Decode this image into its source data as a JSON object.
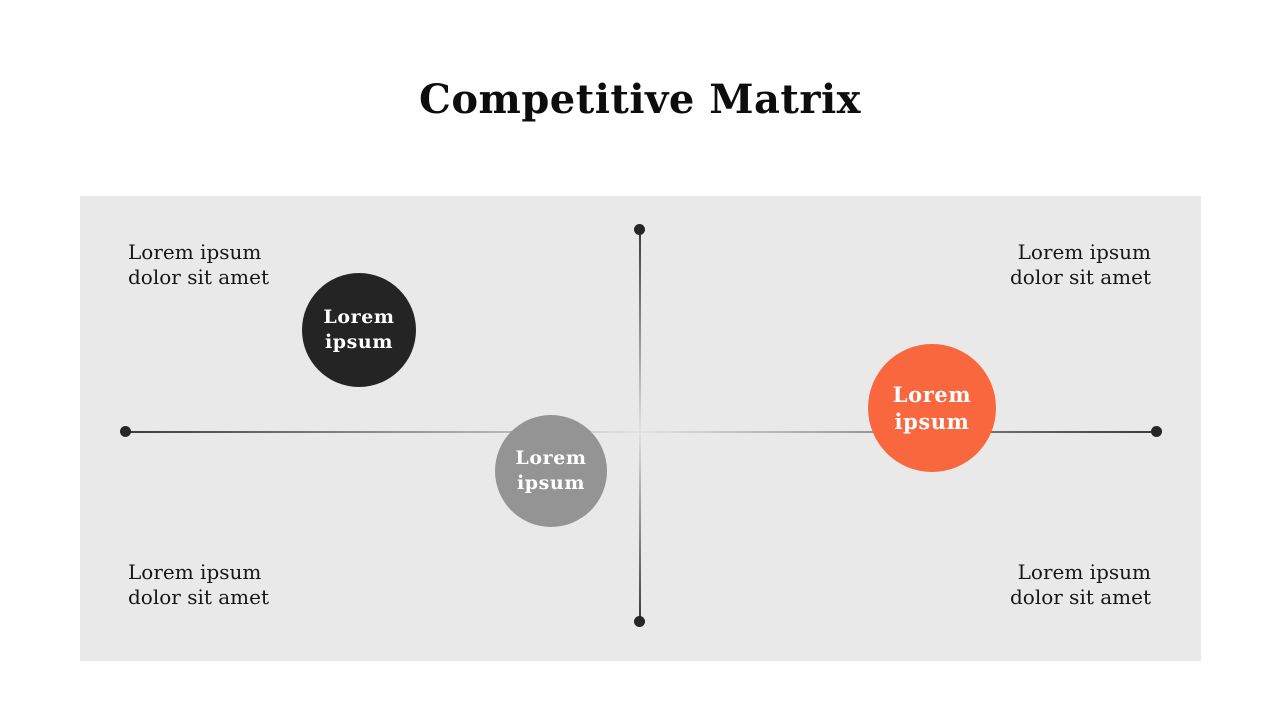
{
  "slide": {
    "title": "Competitive Matrix",
    "background_color": "#FFFFFF"
  },
  "matrix": {
    "panel_color": "#E9E9E9",
    "axis_color": "#3A3A3A",
    "label_color": "#161616",
    "quadrant_labels": {
      "top_left": {
        "line1": "Lorem ipsum",
        "line2": "dolor sit amet"
      },
      "top_right": {
        "line1": "Lorem ipsum",
        "line2": "dolor sit amet"
      },
      "bottom_left": {
        "line1": "Lorem ipsum",
        "line2": "dolor sit amet"
      },
      "bottom_right": {
        "line1": "Lorem ipsum",
        "line2": "dolor sit amet"
      }
    },
    "bubbles": [
      {
        "id": "dark",
        "line1": "Lorem",
        "line2": "ipsum",
        "color": "#242424",
        "text_color": "#FFFFFF"
      },
      {
        "id": "gray",
        "line1": "Lorem",
        "line2": "ipsum",
        "color": "#949494",
        "text_color": "#FFFFFF"
      },
      {
        "id": "orange",
        "line1": "Lorem",
        "line2": "ipsum",
        "color": "#F8673E",
        "text_color": "#FFFFFF"
      }
    ]
  }
}
